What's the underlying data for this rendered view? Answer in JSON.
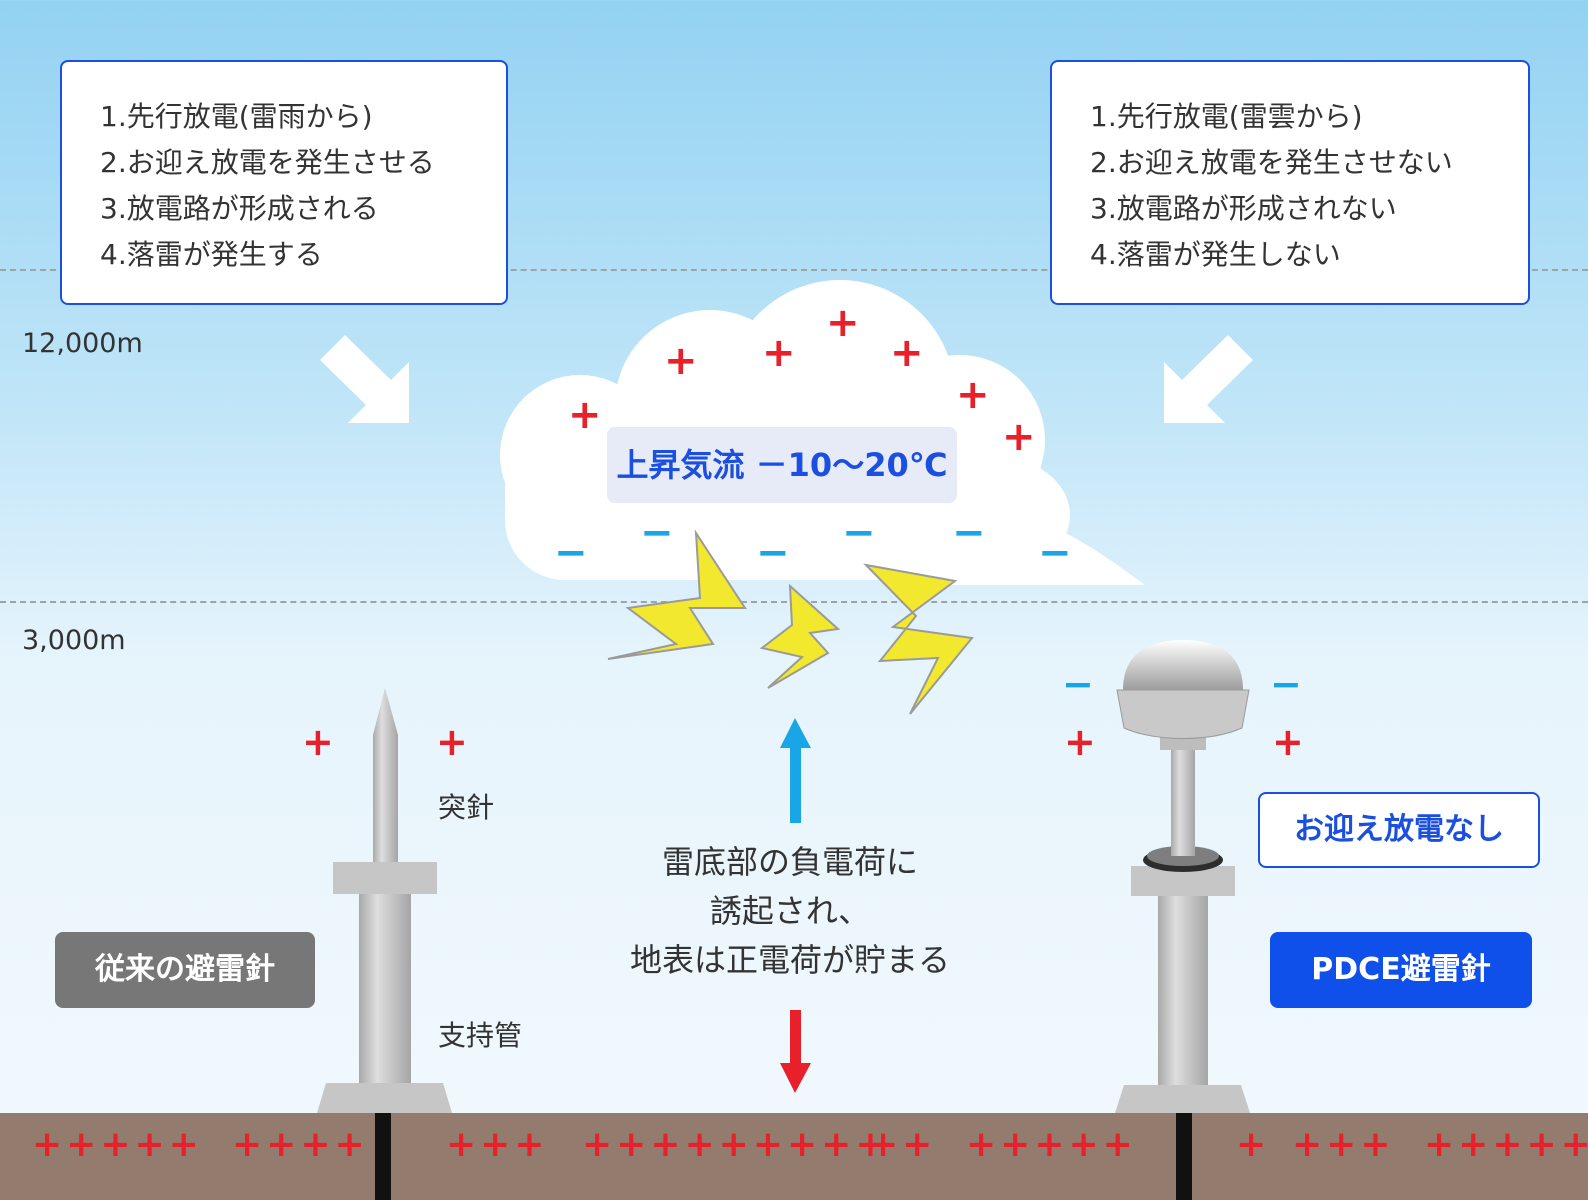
{
  "left_steps": [
    "1.先行放電(雷雨から)",
    "2.お迎え放電を発生させる",
    "3.放電路が形成される",
    "4.落雷が発生する"
  ],
  "right_steps": [
    "1.先行放電(雷雲から)",
    "2.お迎え放電を発生させない",
    "3.放電路が形成されない",
    "4.落雷が発生しない"
  ],
  "altitudes": {
    "high": "12,000m",
    "low": "3,000m"
  },
  "cloud": {
    "updraft": "上昇気流 －10〜20℃",
    "plus": "+",
    "minus": "−"
  },
  "center_lines": [
    "雷底部の負電荷に",
    "誘起され、",
    "地表は正電荷が貯まる"
  ],
  "conventional": {
    "tip_label": "突針",
    "pipe_label": "支持管",
    "badge": "従来の避雷針",
    "plus": "+"
  },
  "pdce": {
    "note": "お迎え放電なし",
    "badge": "PDCE避雷針",
    "plus": "+",
    "minus": "−"
  },
  "ground_plus": [
    "+++++",
    "++++",
    "+++",
    "+++++++++",
    "++",
    "+++++",
    "+",
    "+++",
    "+++++"
  ],
  "colors": {
    "blue": "#1a4fe0",
    "red": "#e8202a",
    "cyan": "#18a6e6",
    "ground": "#937c6e",
    "bolt": "#f2e82e"
  }
}
